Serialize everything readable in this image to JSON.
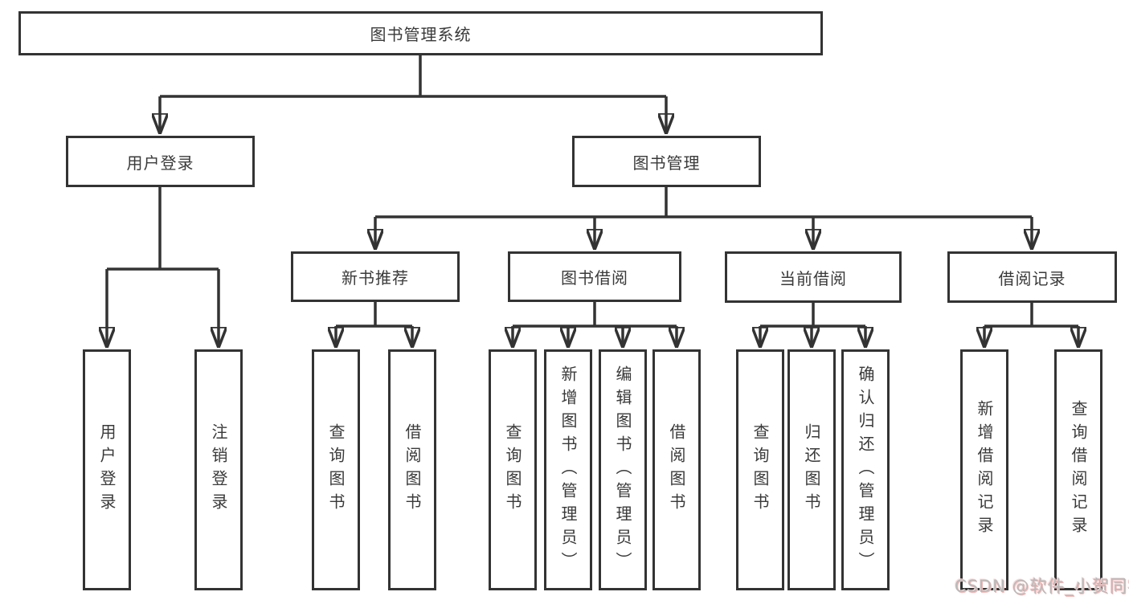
{
  "diagram": {
    "title": "图书管理系统",
    "colors": {
      "line": "#333333",
      "box_border": "#333333",
      "text": "#3a3a3a",
      "background": "#ffffff",
      "watermark_gray": "#b9b9b9",
      "watermark_pink": "#f3b9b9"
    },
    "root": {
      "label": "图书管理系统"
    },
    "level2": [
      {
        "label": "用户登录"
      },
      {
        "label": "图书管理"
      }
    ],
    "level3": [
      {
        "label": "新书推荐",
        "parent": "图书管理"
      },
      {
        "label": "图书借阅",
        "parent": "图书管理"
      },
      {
        "label": "当前借阅",
        "parent": "图书管理"
      },
      {
        "label": "借阅记录",
        "parent": "图书管理"
      }
    ],
    "leaves": [
      {
        "label": "用户登录",
        "parent": "用户登录"
      },
      {
        "label": "注销登录",
        "parent": "用户登录"
      },
      {
        "label": "查询图书",
        "parent": "新书推荐"
      },
      {
        "label": "借阅图书",
        "parent": "新书推荐"
      },
      {
        "label": "查询图书",
        "parent": "图书借阅"
      },
      {
        "label": "新增图书（管理员）",
        "parent": "图书借阅"
      },
      {
        "label": "编辑图书（管理员）",
        "parent": "图书借阅"
      },
      {
        "label": "借阅图书",
        "parent": "图书借阅"
      },
      {
        "label": "查询图书",
        "parent": "当前借阅"
      },
      {
        "label": "归还图书",
        "parent": "当前借阅"
      },
      {
        "label": "确认归还（管理员）",
        "parent": "当前借阅"
      },
      {
        "label": "新增借阅记录",
        "parent": "借阅记录"
      },
      {
        "label": "查询借阅记录",
        "parent": "借阅记录"
      }
    ]
  },
  "watermark": {
    "text": "CSDN @软件_小贺同学"
  }
}
